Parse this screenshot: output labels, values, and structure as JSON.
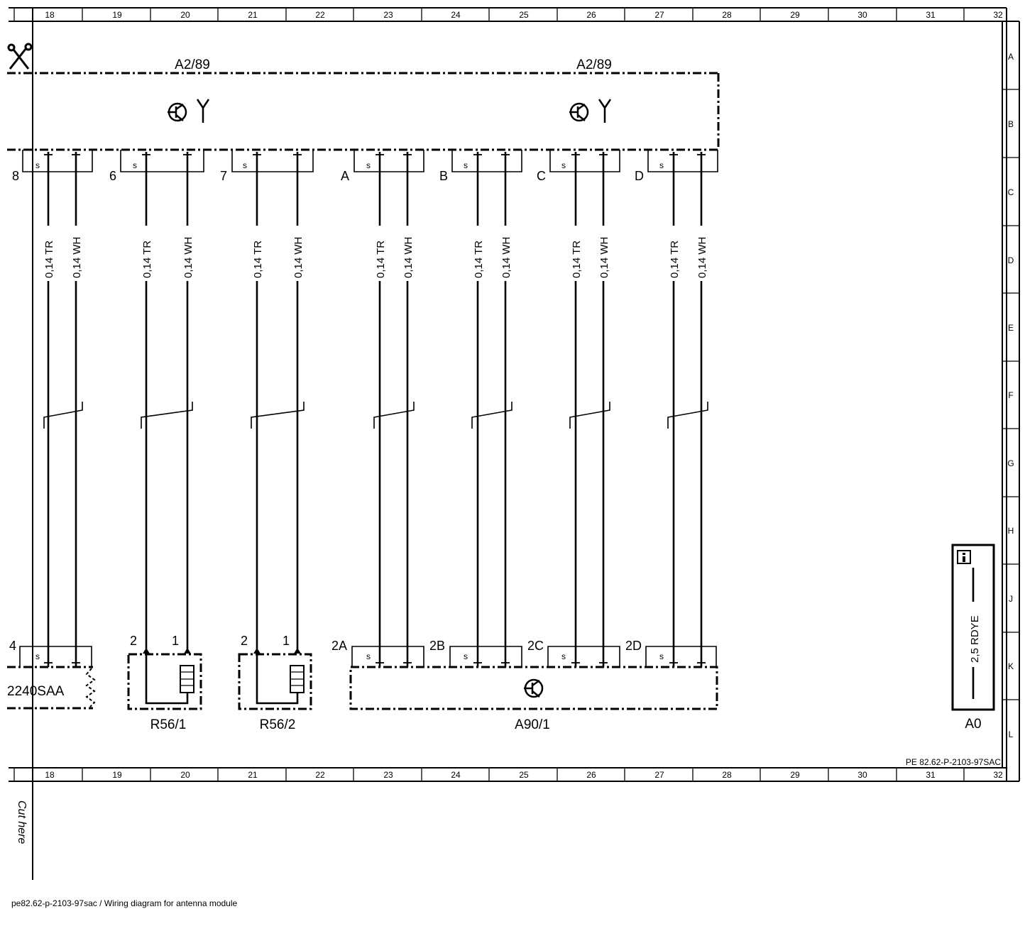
{
  "grid": {
    "columns": [
      "18",
      "19",
      "20",
      "21",
      "22",
      "23",
      "24",
      "25",
      "26",
      "27",
      "28",
      "29",
      "30",
      "31",
      "32"
    ],
    "rows": [
      "A",
      "B",
      "C",
      "D",
      "E",
      "F",
      "G",
      "H",
      "J",
      "K",
      "L"
    ]
  },
  "top_module": {
    "left_label": "A2/89",
    "right_label": "A2/89"
  },
  "connectors": {
    "top": [
      {
        "id": "8",
        "shield": "s"
      },
      {
        "id": "6",
        "shield": "s"
      },
      {
        "id": "7",
        "shield": "s"
      },
      {
        "id": "A",
        "shield": "s"
      },
      {
        "id": "B",
        "shield": "s"
      },
      {
        "id": "C",
        "shield": "s"
      },
      {
        "id": "D",
        "shield": "s"
      }
    ],
    "bottom": [
      {
        "id": "4",
        "shield": "s"
      },
      {
        "id": "2A",
        "shield": "s"
      },
      {
        "id": "2B",
        "shield": "s"
      },
      {
        "id": "2C",
        "shield": "s"
      },
      {
        "id": "2D",
        "shield": "s"
      }
    ]
  },
  "wire_labels": {
    "tr": "0,14 TR",
    "wh": "0,14 WH"
  },
  "components": {
    "left_partial": "2240SAA",
    "r56_1": {
      "name": "R56/1",
      "pin_left": "2",
      "pin_right": "1"
    },
    "r56_2": {
      "name": "R56/2",
      "pin_left": "2",
      "pin_right": "1"
    },
    "a90_1": "A90/1"
  },
  "info_box": {
    "icon": "info-icon",
    "wire": "2,5 RDYE",
    "label": "A0"
  },
  "doc_code": "PE 82.62-P-2103-97SAC",
  "cut_text": "Cut here",
  "footer": "pe82.62-p-2103-97sac / Wiring diagram for antenna module"
}
